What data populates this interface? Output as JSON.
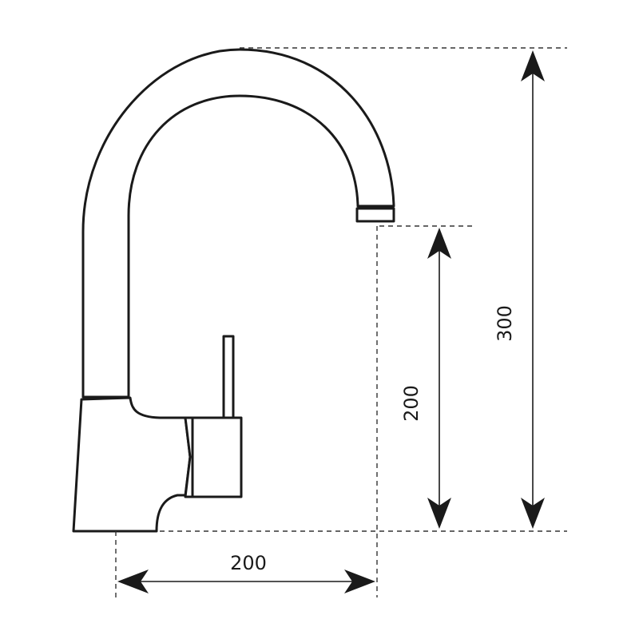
{
  "diagram": {
    "colors": {
      "line": "#1a1a1a",
      "background": "#ffffff"
    },
    "dimensions": {
      "width_label": "200",
      "spout_height_label": "200",
      "total_height_label": "300"
    }
  }
}
